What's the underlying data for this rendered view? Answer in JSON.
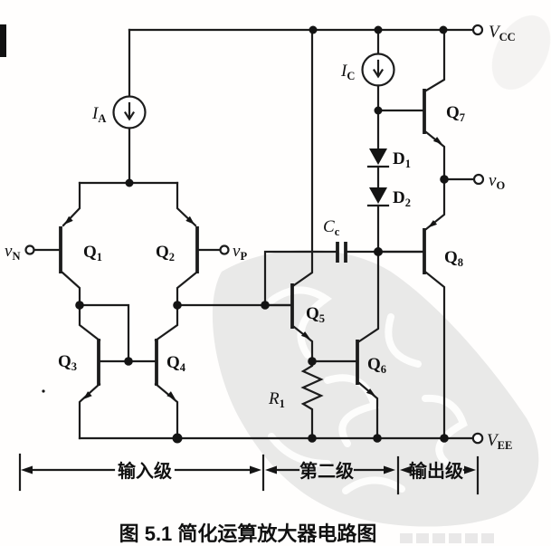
{
  "figure": {
    "caption": "图 5.1  简化运算放大器电路图"
  },
  "stages": {
    "input": "输入级",
    "second": "第二级",
    "output": "输出级"
  },
  "rails": {
    "vcc": {
      "main": "V",
      "sub": "CC"
    },
    "vee": {
      "main": "V",
      "sub": "EE"
    }
  },
  "terminals": {
    "vn": {
      "main": "v",
      "sub": "N"
    },
    "vp": {
      "main": "v",
      "sub": "P"
    },
    "vo": {
      "main": "v",
      "sub": "O"
    }
  },
  "sources": {
    "ia": {
      "main": "I",
      "sub": "A"
    },
    "ic": {
      "main": "I",
      "sub": "C"
    }
  },
  "transistors": {
    "q1": {
      "main": "Q",
      "sub": "1"
    },
    "q2": {
      "main": "Q",
      "sub": "2"
    },
    "q3": {
      "main": "Q",
      "sub": "3"
    },
    "q4": {
      "main": "Q",
      "sub": "4"
    },
    "q5": {
      "main": "Q",
      "sub": "5"
    },
    "q6": {
      "main": "Q",
      "sub": "6"
    },
    "q7": {
      "main": "Q",
      "sub": "7"
    },
    "q8": {
      "main": "Q",
      "sub": "8"
    }
  },
  "diodes": {
    "d1": {
      "main": "D",
      "sub": "1"
    },
    "d2": {
      "main": "D",
      "sub": "2"
    }
  },
  "passives": {
    "r1": {
      "main": "R",
      "sub": "1"
    },
    "cc": {
      "main": "C",
      "sub": "c"
    }
  },
  "colors": {
    "line": "#1c1c1c",
    "watermark": "#d7d7d7",
    "background": "#fffefd"
  }
}
